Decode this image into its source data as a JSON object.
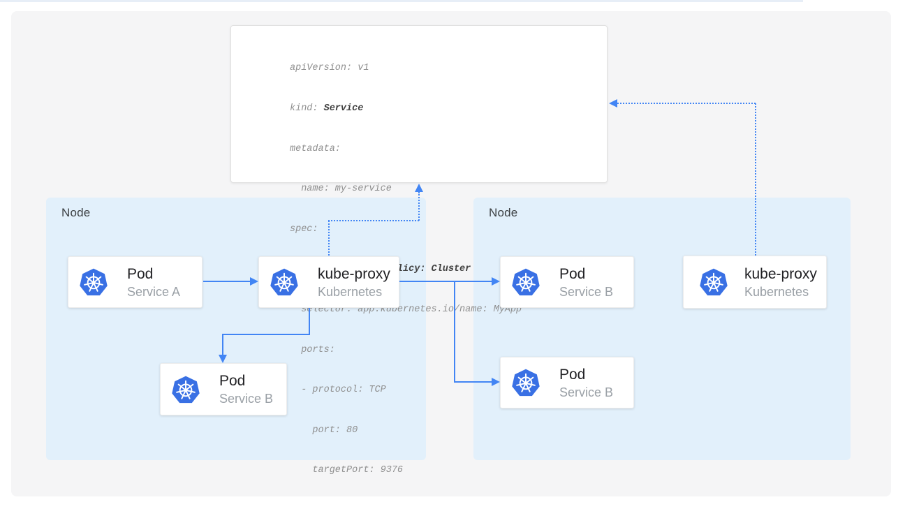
{
  "yaml": {
    "lines": [
      {
        "normal": "apiVersion: v1",
        "bold": ""
      },
      {
        "normal": "kind: ",
        "bold": "Service"
      },
      {
        "normal": "metadata:",
        "bold": ""
      },
      {
        "normal": "  name: my-service",
        "bold": ""
      },
      {
        "normal": "spec:",
        "bold": ""
      },
      {
        "normal": "  ",
        "bold": "internalTrafficPolicy: Cluster"
      },
      {
        "normal": "  selector: app.kubernetes.io/name: MyApp",
        "bold": ""
      },
      {
        "normal": "  ports:",
        "bold": ""
      },
      {
        "normal": "  - protocol: TCP",
        "bold": ""
      },
      {
        "normal": "    port: 80",
        "bold": ""
      },
      {
        "normal": "    targetPort: 9376",
        "bold": ""
      }
    ]
  },
  "nodes": {
    "left": {
      "label": "Node"
    },
    "right": {
      "label": "Node"
    }
  },
  "cards": {
    "pod_a": {
      "title": "Pod",
      "subtitle": "Service A"
    },
    "kube_proxy_left": {
      "title": "kube-proxy",
      "subtitle": "Kubernetes"
    },
    "pod_b_left": {
      "title": "Pod",
      "subtitle": "Service B"
    },
    "pod_b_right_top": {
      "title": "Pod",
      "subtitle": "Service B"
    },
    "pod_b_right_bot": {
      "title": "Pod",
      "subtitle": "Service B"
    },
    "kube_proxy_right": {
      "title": "kube-proxy",
      "subtitle": "Kubernetes"
    }
  },
  "icons": {
    "kubernetes": "kubernetes-helm-icon"
  },
  "colors": {
    "accent": "#4285f4",
    "node_fill": "#e2f0fb",
    "k8s_blue": "#3970e4",
    "canvas_bg": "#f5f5f6"
  }
}
